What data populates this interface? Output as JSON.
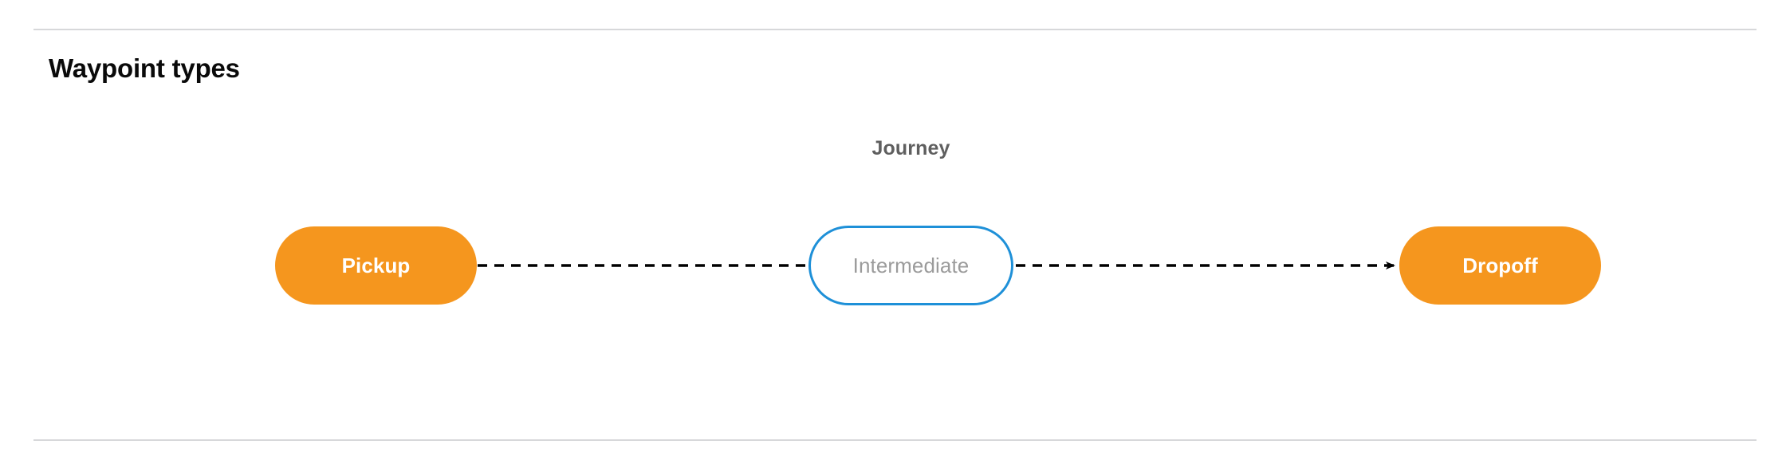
{
  "section": {
    "title": "Waypoint types"
  },
  "diagram": {
    "type": "flow",
    "group_label": "Journey",
    "nodes": [
      {
        "id": "pickup",
        "label": "Pickup",
        "style": "filled",
        "fill": "#f5961e",
        "text_color": "#ffffff"
      },
      {
        "id": "intermediate",
        "label": "Intermediate",
        "style": "outlined",
        "fill": "#ffffff",
        "border_color": "#1e90d8",
        "text_color": "#9b9b9b"
      },
      {
        "id": "dropoff",
        "label": "Dropoff",
        "style": "filled",
        "fill": "#f5961e",
        "text_color": "#ffffff"
      }
    ],
    "edges": [
      {
        "from": "pickup",
        "to": "intermediate",
        "style": "dashed",
        "arrow": false,
        "color": "#000000"
      },
      {
        "from": "intermediate",
        "to": "dropoff",
        "style": "dashed",
        "arrow": true,
        "color": "#000000"
      }
    ]
  },
  "dividers": {
    "top_color": "#d7d8da",
    "bottom_color": "#d7d8da"
  }
}
